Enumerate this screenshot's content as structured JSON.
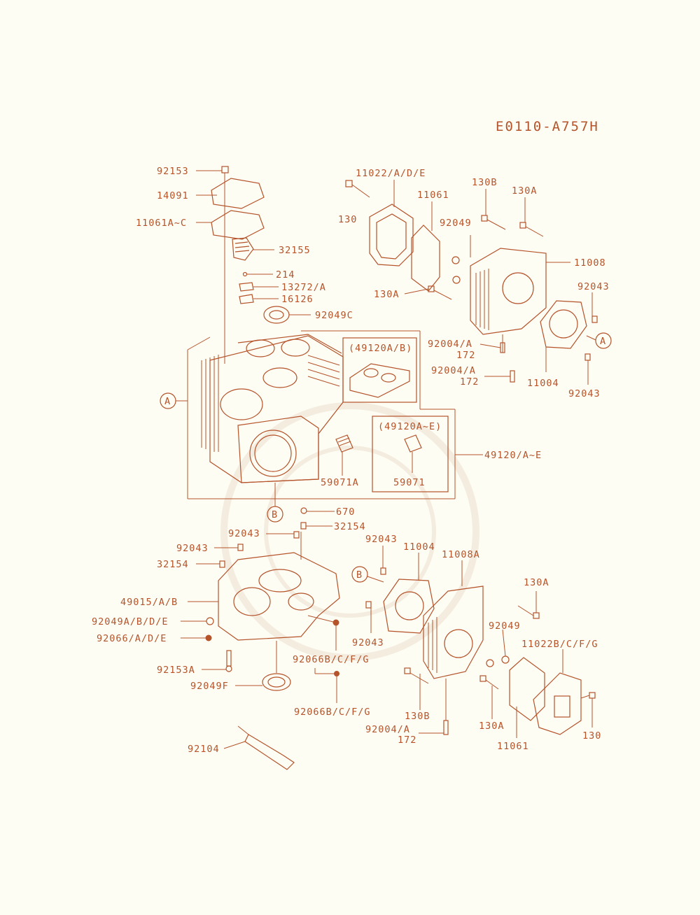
{
  "colors": {
    "ink": "#b5532a",
    "background": "#fdfdf4",
    "watermark": "#f3ecdf"
  },
  "diagram_code": "E0110-A757H",
  "callouts": [
    "A",
    "B"
  ],
  "insets": {
    "a": {
      "title": "(49120A/B)"
    },
    "b": {
      "title": "(49120A~E)",
      "part": "59071"
    }
  },
  "labels": {
    "p92153": "92153",
    "p14091": "14091",
    "p11061AC": "11061A~C",
    "p32155": "32155",
    "p214": "214",
    "p13272": "13272/A",
    "p16126": "16126",
    "p92049C": "92049C",
    "p11022ADE": "11022/A/D/E",
    "p130_top": "130",
    "p11061_top": "11061",
    "p130B_top": "130B",
    "p130A_top": "130A",
    "p92049_top": "92049",
    "p11008": "11008",
    "p130A_mid": "130A",
    "p92043_right": "92043",
    "p92004A_1": "92004/A",
    "p172_1": "172",
    "p92004A_2": "92004/A",
    "p172_2": "172",
    "p11004_top": "11004",
    "p92043_bottom_right": "92043",
    "p49120AE": "49120/A~E",
    "p59071A": "59071A",
    "p670": "670",
    "p92043_mid": "92043",
    "p32154_mid": "32154",
    "p92043_left": "92043",
    "p32154_left": "32154",
    "p49015": "49015/A/B",
    "p92049ABDE": "92049A/B/D/E",
    "p92066ADE": "92066/A/D/E",
    "p92153A": "92153A",
    "p92049F": "92049F",
    "p92066BCFG_1": "92066B/C/F/G",
    "p92066BCFG_2": "92066B/C/F/G",
    "p92104": "92104",
    "p92043_b1": "92043",
    "p11004_b": "11004",
    "p11008A": "11008A",
    "p130A_b1": "130A",
    "p92043_b2": "92043",
    "p92049_b": "92049",
    "p11022BCFG": "11022B/C/F/G",
    "p130B_b": "130B",
    "p130A_b2": "130A",
    "p92004A_b": "92004/A",
    "p172_b": "172",
    "p11061_b": "11061",
    "p130_b": "130"
  }
}
